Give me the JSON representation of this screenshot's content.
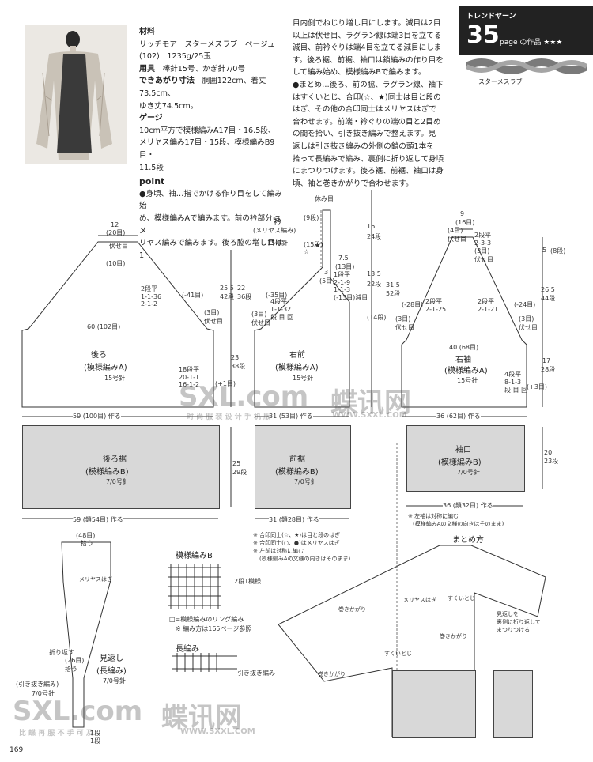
{
  "header": {
    "material_heading": "材料",
    "material_line1": "リッチモア　スターメスラブ　ベージュ",
    "material_line2": "(102)　1235g/25玉",
    "tools_heading": "用具",
    "tools_text": "棒針15号、かぎ針7/0号",
    "size_heading": "できあがり寸法",
    "size_text": "胴囲122cm、着丈73.5cm、",
    "size_text2": "ゆき丈74.5cm。",
    "gauge_heading": "ゲージ",
    "gauge_line1": "10cm平方で模様編みA17目・16.5段、",
    "gauge_line2": "メリヤス編み17目・15段、模様編みB9目・",
    "gauge_line3": "11.5段",
    "point_heading": "point",
    "point_lines": [
      "●身頃、袖…指でかける作り目をして編み始",
      "め、模様編みAで編みます。前の衿部分はメ",
      "リヤス編みで編みます。後ろ脇の増し目は1"
    ],
    "col2_lines": [
      "目内側でねじり増し目にします。減目は2目",
      "以上は伏せ目、ラグラン線は端3目を立てる",
      "減目、前衿ぐりは端4目を立てる減目にしま",
      "す。後ろ裾、前裾、袖口は鎖編みの作り目を",
      "して編み始め、模様編みBで編みます。",
      "●まとめ…後ろ、前の脇、ラグラン線、袖下",
      "はすくいとじ、合印(☆、★)同士は目と段の",
      "はぎ、その他の合印同士はメリヤスはぎで",
      "合わせます。前端・衿ぐりの端の目と2目め",
      "の間を拾い、引き抜き編みで整えます。見",
      "返しは引き抜き編みの外側の鎖の頭1本を",
      "拾って長編みで編み、裏側に折り返して身頃",
      "にまつりつけます。後ろ裾、前裾、袖口は身",
      "頃、袖と巻きかがりで合わせます。"
    ]
  },
  "yarn_box": {
    "title": "トレンドヤーン",
    "number": "35",
    "suffix": "page の作品 ★★★",
    "yarn_name": "スターメスラブ"
  },
  "diagram": {
    "back": {
      "title": "後ろ",
      "pattern": "(模様編みA)",
      "needle": "15号針",
      "top_w": "12",
      "top_st": "(20目)",
      "top_note": "伏せ目",
      "top_dec": "(10目)",
      "width": "60 (102目)",
      "side_h1": "25.5",
      "side_h2": "42段",
      "rag_dec": "2段平\n1-1-36\n2-1-2",
      "rag_total": "(-41目)",
      "bind": "(3目)\n伏せ目",
      "inc": "18段平\n20-1-1\n16-1-2",
      "inc_total": "(+1目)",
      "h23": "23",
      "h38": "38段",
      "bottom": "59 (100目) 作る"
    },
    "front": {
      "title": "右前",
      "pattern": "(模様編みA)",
      "needle": "15号針",
      "collar": "衿",
      "collar_pat": "(メリヤス編み)",
      "collar_needle": "15号針",
      "rest": "休み目",
      "w3": "3",
      "w3st": "(5目)",
      "w75": "7.5",
      "w75st": "(13目)",
      "front_dec": "1段平\n2-1-9\n1-1-3\n(-13目)減目",
      "rag": "4段平\n1-1-32\n段 目 回",
      "rag_total": "(-35目)",
      "h16": "16",
      "h24": "24段",
      "h31": "31.5",
      "h52": "52段",
      "h135": "13.5",
      "h22": "22段",
      "h14": "(14段)",
      "h22b": "22",
      "h36": "36段",
      "bind": "(3目)\n伏せ目",
      "bottom": "31 (53目) 作る",
      "star1": "☆",
      "star2": "★",
      "s9": "(9段)",
      "s15": "(15段)"
    },
    "sleeve": {
      "title": "右袖",
      "pattern": "(模様編みA)",
      "needle": "15号針",
      "top_w": "9",
      "top_st": "(16目)",
      "top_bind": "(4目)\n伏せ目",
      "top_dec": "2段平\n2-3-3\n(3目)\n伏せ目",
      "rag_l": "2段平\n2-1-25",
      "rag_r": "2段平\n2-1-21",
      "tot_l": "(-28目)",
      "tot_r": "(-24目)",
      "width": "40 (68目)",
      "inc": "4段平\n8-1-3\n段 目 回",
      "inc_total": "(+3目)",
      "h5": "5",
      "h8": "(8段)",
      "h265": "26.5",
      "h44": "44段",
      "h17": "17",
      "h28": "28段",
      "bind_l": "(3目)\n伏せ目",
      "bind_r": "(3目)\n伏せ目",
      "bottom": "36 (62目) 作る"
    },
    "back_hem": {
      "title": "後ろ裾",
      "pattern": "(模様編みB)",
      "needle": "7/0号針",
      "bottom": "59 (鎖54目) 作る",
      "h25": "25",
      "h29": "29段"
    },
    "front_hem": {
      "title": "前裾",
      "pattern": "(模様編みB)",
      "needle": "7/0号針",
      "bottom": "31 (鎖28目) 作る"
    },
    "cuff": {
      "title": "袖口",
      "pattern": "(模様編みB)",
      "needle": "7/0号針",
      "bottom": "36 (鎖32目) 作る",
      "h20": "20",
      "h23": "23段"
    },
    "notes_front": [
      "※ 合印同士(☆、★)は目と段のはぎ",
      "※ 合印同士(○、●)はメリヤスはぎ",
      "※ 左前は対称に編む",
      "(模様編みAの文様の向きはそのまま)"
    ],
    "notes_sleeve": [
      "※ 左袖は対称に編む",
      "(模様編みAの文様の向きはそのまま)"
    ],
    "facing": {
      "title": "見返し",
      "pattern": "(長編み)",
      "needle": "7/0号針",
      "slip": "(引き抜き編み)",
      "slip_needle": "7/0号針",
      "top": "(48目)",
      "top2": "拾う",
      "fold": "折り返す",
      "stitch": "(26目)\n拾う",
      "merihasu": "メリヤスはぎ",
      "bot1": "1段",
      "bot2": "1段"
    },
    "pattern_b": {
      "title": "模様編みB",
      "legend": "□=模様編みのリング編み",
      "note": "※ 編み方は165ページ参照",
      "repeat": "2段1模様"
    },
    "long_stitch": {
      "title": "長編み",
      "legend": "引き抜き編み"
    },
    "assembly": {
      "title": "まとめ方",
      "l1": "巻きかがり",
      "l2": "メリヤスはぎ",
      "l3": "すくいとじ",
      "l4": "巻きかがり",
      "l5": "巻きかがり",
      "l6": "すくいとじ",
      "l7": "見返しを\n裏側に折り返して\nまつりつける"
    }
  },
  "watermarks": {
    "brand_en": "SXL.com",
    "brand_cn": "蝶讯网",
    "sub": "时 尚 服 装 设 计 手 机 版",
    "url": "WWW.SXXL.COM",
    "sub2": "比 蝶 再 服 不 手 可 及"
  },
  "page_number": "169"
}
